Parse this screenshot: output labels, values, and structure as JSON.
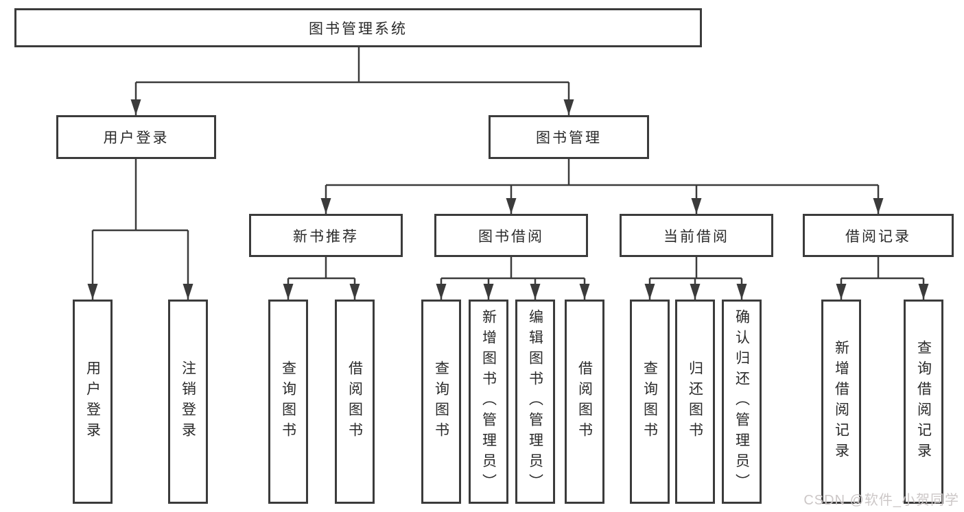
{
  "page": {
    "background": "#ffffff"
  },
  "palette": {
    "line_color": "#3b3b3b",
    "box_border_color": "#3b3b3b",
    "text_color": "#2a2a2a",
    "watermark_color": "#ccc7c7"
  },
  "diagram": {
    "root": {
      "label": "图书管理系统"
    },
    "branches": {
      "user_login": {
        "label": "用户登录"
      },
      "book_management": {
        "label": "图书管理"
      }
    },
    "modules": {
      "new_book_recommend": {
        "label": "新书推荐"
      },
      "book_borrowing": {
        "label": "图书借阅"
      },
      "current_borrowing": {
        "label": "当前借阅"
      },
      "borrowing_records": {
        "label": "借阅记录"
      }
    },
    "functions": {
      "user_login": {
        "label": "用户登录"
      },
      "logout": {
        "label": "注销登录"
      },
      "recommend_query_books": {
        "label": "查询图书"
      },
      "recommend_borrow_books": {
        "label": "借阅图书"
      },
      "borrowing_query_books": {
        "label": "查询图书"
      },
      "add_books_admin": {
        "label": "新增图书（管理员）"
      },
      "edit_books_admin": {
        "label": "编辑图书（管理员）"
      },
      "borrowing_borrow_books": {
        "label": "借阅图书"
      },
      "current_query_books": {
        "label": "查询图书"
      },
      "return_books": {
        "label": "归还图书"
      },
      "confirm_return_admin": {
        "label": "确认归还（管理员）"
      },
      "add_borrow_record": {
        "label": "新增借阅记录"
      },
      "query_borrow_record": {
        "label": "查询借阅记录"
      }
    }
  },
  "watermark": {
    "text": "CSDN @软件_小贺同学"
  }
}
